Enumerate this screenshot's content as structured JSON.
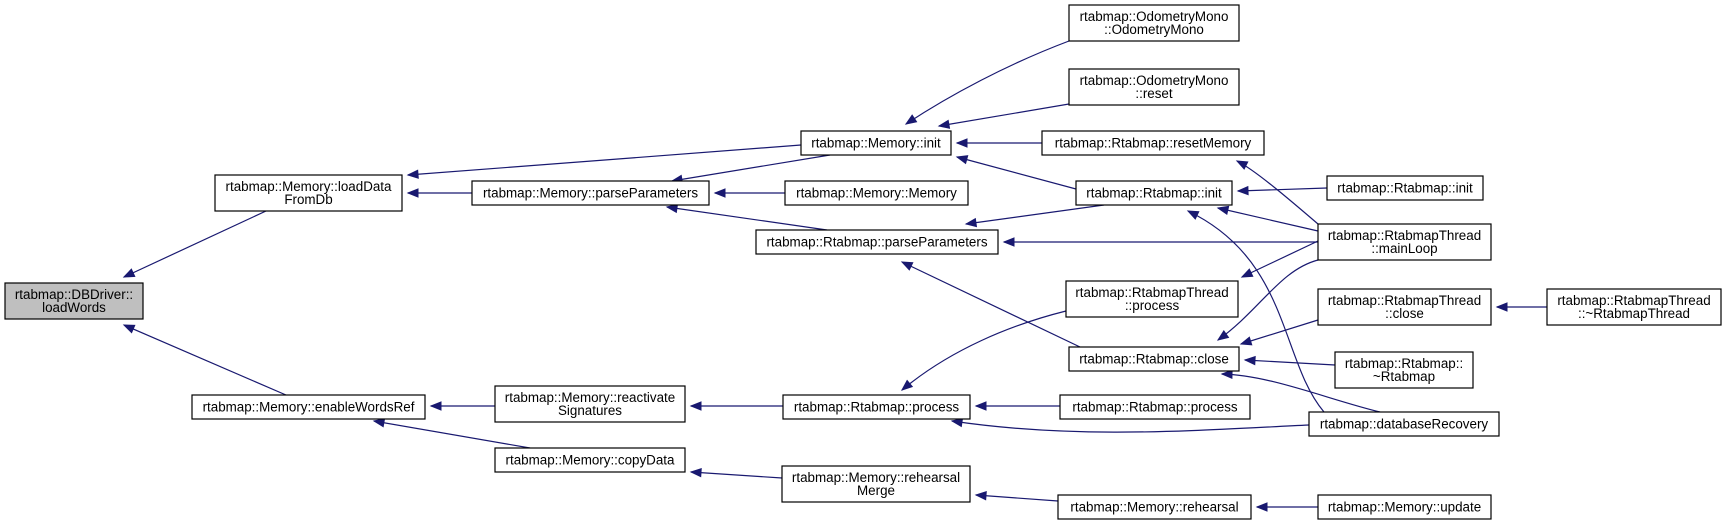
{
  "graph": {
    "edge_color": "#191970",
    "root_fill": "#bfbfbf",
    "nodes": [
      {
        "id": "dbdriver_loadwords",
        "lines": [
          "rtabmap::DBDriver::",
          "loadWords"
        ],
        "root": true
      },
      {
        "id": "memory_loaddatafromdb",
        "lines": [
          "rtabmap::Memory::loadData",
          "FromDb"
        ]
      },
      {
        "id": "memory_enablewordsref",
        "lines": [
          "rtabmap::Memory::enableWordsRef"
        ]
      },
      {
        "id": "memory_parseparameters",
        "lines": [
          "rtabmap::Memory::parseParameters"
        ]
      },
      {
        "id": "memory_init",
        "lines": [
          "rtabmap::Memory::init"
        ]
      },
      {
        "id": "memory_memory",
        "lines": [
          "rtabmap::Memory::Memory"
        ]
      },
      {
        "id": "rtabmap_parseparameters",
        "lines": [
          "rtabmap::Rtabmap::parseParameters"
        ]
      },
      {
        "id": "odometrymono_ctor",
        "lines": [
          "rtabmap::OdometryMono",
          "::OdometryMono"
        ]
      },
      {
        "id": "odometrymono_reset",
        "lines": [
          "rtabmap::OdometryMono",
          "::reset"
        ]
      },
      {
        "id": "rtabmap_resetmemory",
        "lines": [
          "rtabmap::Rtabmap::resetMemory"
        ]
      },
      {
        "id": "rtabmap_init",
        "lines": [
          "rtabmap::Rtabmap::init"
        ]
      },
      {
        "id": "rtabmap_init2",
        "lines": [
          "rtabmap::Rtabmap::init"
        ]
      },
      {
        "id": "rtabmapthread_mainloop",
        "lines": [
          "rtabmap::RtabmapThread",
          "::mainLoop"
        ]
      },
      {
        "id": "rtabmapthread_process",
        "lines": [
          "rtabmap::RtabmapThread",
          "::process"
        ]
      },
      {
        "id": "rtabmap_close",
        "lines": [
          "rtabmap::Rtabmap::close"
        ]
      },
      {
        "id": "rtabmapthread_close",
        "lines": [
          "rtabmap::RtabmapThread",
          "::close"
        ]
      },
      {
        "id": "rtabmapthread_dtor",
        "lines": [
          "rtabmap::RtabmapThread",
          "::~RtabmapThread"
        ]
      },
      {
        "id": "rtabmap_dtor",
        "lines": [
          "rtabmap::Rtabmap::",
          "~Rtabmap"
        ]
      },
      {
        "id": "memory_reactivatesignatures",
        "lines": [
          "rtabmap::Memory::reactivate",
          "Signatures"
        ]
      },
      {
        "id": "memory_copydata",
        "lines": [
          "rtabmap::Memory::copyData"
        ]
      },
      {
        "id": "rtabmap_process",
        "lines": [
          "rtabmap::Rtabmap::process"
        ]
      },
      {
        "id": "rtabmap_process2",
        "lines": [
          "rtabmap::Rtabmap::process"
        ]
      },
      {
        "id": "databaserecovery",
        "lines": [
          "rtabmap::databaseRecovery"
        ]
      },
      {
        "id": "memory_rehearsalmerge",
        "lines": [
          "rtabmap::Memory::rehearsal",
          "Merge"
        ]
      },
      {
        "id": "memory_rehearsal",
        "lines": [
          "rtabmap::Memory::rehearsal"
        ]
      },
      {
        "id": "memory_update",
        "lines": [
          "rtabmap::Memory::update"
        ]
      }
    ],
    "edges": [
      {
        "from": "memory_loaddatafromdb",
        "to": "dbdriver_loadwords"
      },
      {
        "from": "memory_enablewordsref",
        "to": "dbdriver_loadwords"
      },
      {
        "from": "memory_init",
        "to": "memory_loaddatafromdb"
      },
      {
        "from": "memory_parseparameters",
        "to": "memory_loaddatafromdb"
      },
      {
        "from": "memory_init",
        "to": "memory_parseparameters"
      },
      {
        "from": "memory_memory",
        "to": "memory_parseparameters"
      },
      {
        "from": "rtabmap_parseparameters",
        "to": "memory_parseparameters"
      },
      {
        "from": "odometrymono_ctor",
        "to": "memory_init"
      },
      {
        "from": "odometrymono_reset",
        "to": "memory_init"
      },
      {
        "from": "rtabmap_resetmemory",
        "to": "memory_init"
      },
      {
        "from": "rtabmap_init",
        "to": "memory_init"
      },
      {
        "from": "rtabmap_init",
        "to": "rtabmap_parseparameters"
      },
      {
        "from": "rtabmapthread_mainloop",
        "to": "rtabmap_parseparameters"
      },
      {
        "from": "rtabmap_close",
        "to": "rtabmap_parseparameters"
      },
      {
        "from": "rtabmapthread_mainloop",
        "to": "rtabmap_resetmemory"
      },
      {
        "from": "rtabmap_init2",
        "to": "rtabmap_init"
      },
      {
        "from": "rtabmapthread_mainloop",
        "to": "rtabmap_init"
      },
      {
        "from": "databaserecovery",
        "to": "rtabmap_init"
      },
      {
        "from": "rtabmapthread_mainloop",
        "to": "rtabmapthread_process"
      },
      {
        "from": "rtabmapthread_mainloop",
        "to": "rtabmap_close"
      },
      {
        "from": "rtabmapthread_close",
        "to": "rtabmap_close"
      },
      {
        "from": "rtabmap_dtor",
        "to": "rtabmap_close"
      },
      {
        "from": "databaserecovery",
        "to": "rtabmap_close"
      },
      {
        "from": "rtabmapthread_dtor",
        "to": "rtabmapthread_close"
      },
      {
        "from": "memory_reactivatesignatures",
        "to": "memory_enablewordsref"
      },
      {
        "from": "memory_copydata",
        "to": "memory_enablewordsref"
      },
      {
        "from": "rtabmap_process",
        "to": "memory_reactivatesignatures"
      },
      {
        "from": "rtabmapthread_process",
        "to": "rtabmap_process"
      },
      {
        "from": "rtabmap_process2",
        "to": "rtabmap_process"
      },
      {
        "from": "databaserecovery",
        "to": "rtabmap_process"
      },
      {
        "from": "memory_rehearsalmerge",
        "to": "memory_copydata"
      },
      {
        "from": "memory_rehearsal",
        "to": "memory_rehearsalmerge"
      },
      {
        "from": "memory_update",
        "to": "memory_rehearsal"
      }
    ]
  }
}
